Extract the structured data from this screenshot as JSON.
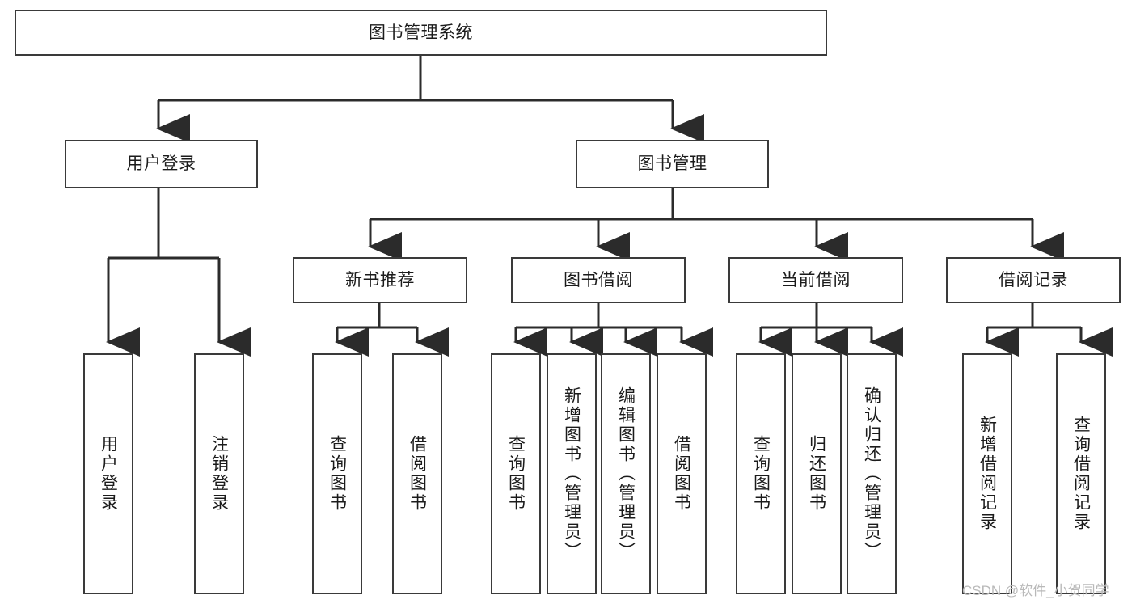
{
  "diagram": {
    "type": "tree-hierarchy",
    "title": "图书管理系统",
    "orientation": "top-down",
    "colors": {
      "box_border": "#3a3a3a",
      "box_fill": "#ffffff",
      "connector": "#2b2b2b",
      "text": "#1b1b1b",
      "watermark": "#b9b9b9"
    },
    "root": {
      "id": "root",
      "label": "图书管理系统"
    },
    "level2": [
      {
        "id": "user-login",
        "label": "用户登录"
      },
      {
        "id": "book-manage",
        "label": "图书管理"
      }
    ],
    "level3": [
      {
        "id": "new-book-recommend",
        "label": "新书推荐"
      },
      {
        "id": "book-borrow",
        "label": "图书借阅"
      },
      {
        "id": "current-borrow",
        "label": "当前借阅"
      },
      {
        "id": "borrow-record",
        "label": "借阅记录"
      }
    ],
    "leaves": {
      "user_login": [
        {
          "id": "leaf-user-login",
          "label": "用户登录"
        },
        {
          "id": "leaf-logout",
          "label": "注销登录"
        }
      ],
      "new_book_recommend": [
        {
          "id": "leaf-query-book-1",
          "label": "查询图书"
        },
        {
          "id": "leaf-borrow-book-1",
          "label": "借阅图书"
        }
      ],
      "book_borrow": [
        {
          "id": "leaf-query-book-2",
          "label": "查询图书"
        },
        {
          "id": "leaf-add-book",
          "label": "新增图书（管理员）"
        },
        {
          "id": "leaf-edit-book",
          "label": "编辑图书（管理员）"
        },
        {
          "id": "leaf-borrow-book-2",
          "label": "借阅图书"
        }
      ],
      "current_borrow": [
        {
          "id": "leaf-query-book-3",
          "label": "查询图书"
        },
        {
          "id": "leaf-return-book",
          "label": "归还图书"
        },
        {
          "id": "leaf-confirm-return",
          "label": "确认归还（管理员）"
        }
      ],
      "borrow_record": [
        {
          "id": "leaf-add-record",
          "label": "新增借阅记录"
        },
        {
          "id": "leaf-query-record",
          "label": "查询借阅记录"
        }
      ]
    }
  },
  "watermark": {
    "text": "CSDN @软件_小贺同学"
  }
}
